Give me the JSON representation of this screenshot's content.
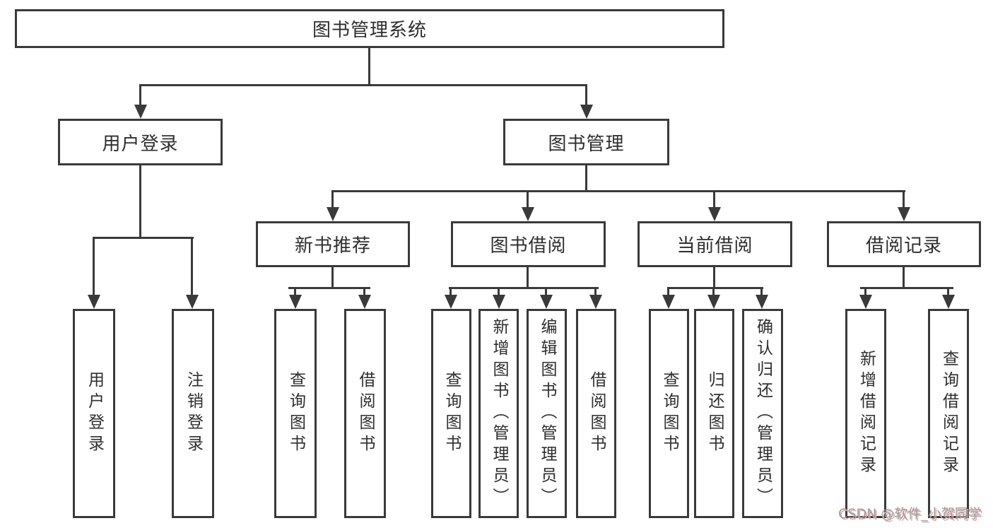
{
  "tree": {
    "root": {
      "label": "图书管理系统"
    },
    "branches": [
      {
        "label": "用户登录",
        "children": [
          {
            "label": "用户登录"
          },
          {
            "label": "注销登录"
          }
        ]
      },
      {
        "label": "图书管理",
        "children": [
          {
            "label": "新书推荐",
            "children": [
              {
                "label": "查询图书"
              },
              {
                "label": "借阅图书"
              }
            ]
          },
          {
            "label": "图书借阅",
            "children": [
              {
                "label": "查询图书"
              },
              {
                "label": "新增图书（管理员）"
              },
              {
                "label": "编辑图书（管理员）"
              },
              {
                "label": "借阅图书"
              }
            ]
          },
          {
            "label": "当前借阅",
            "children": [
              {
                "label": "查询图书"
              },
              {
                "label": "归还图书"
              },
              {
                "label": "确认归还（管理员）"
              }
            ]
          },
          {
            "label": "借阅记录",
            "children": [
              {
                "label": "新增借阅记录"
              },
              {
                "label": "查询借阅记录"
              }
            ]
          }
        ]
      }
    ]
  },
  "watermark": {
    "text": "CSDN @软件_小贺同学"
  },
  "colors": {
    "line": "#3a3a3a",
    "box_background": "#ffffff",
    "text": "#2e2e2e",
    "watermark_text": "#9e9e9e",
    "watermark_shadow": "#e0a8a8"
  }
}
